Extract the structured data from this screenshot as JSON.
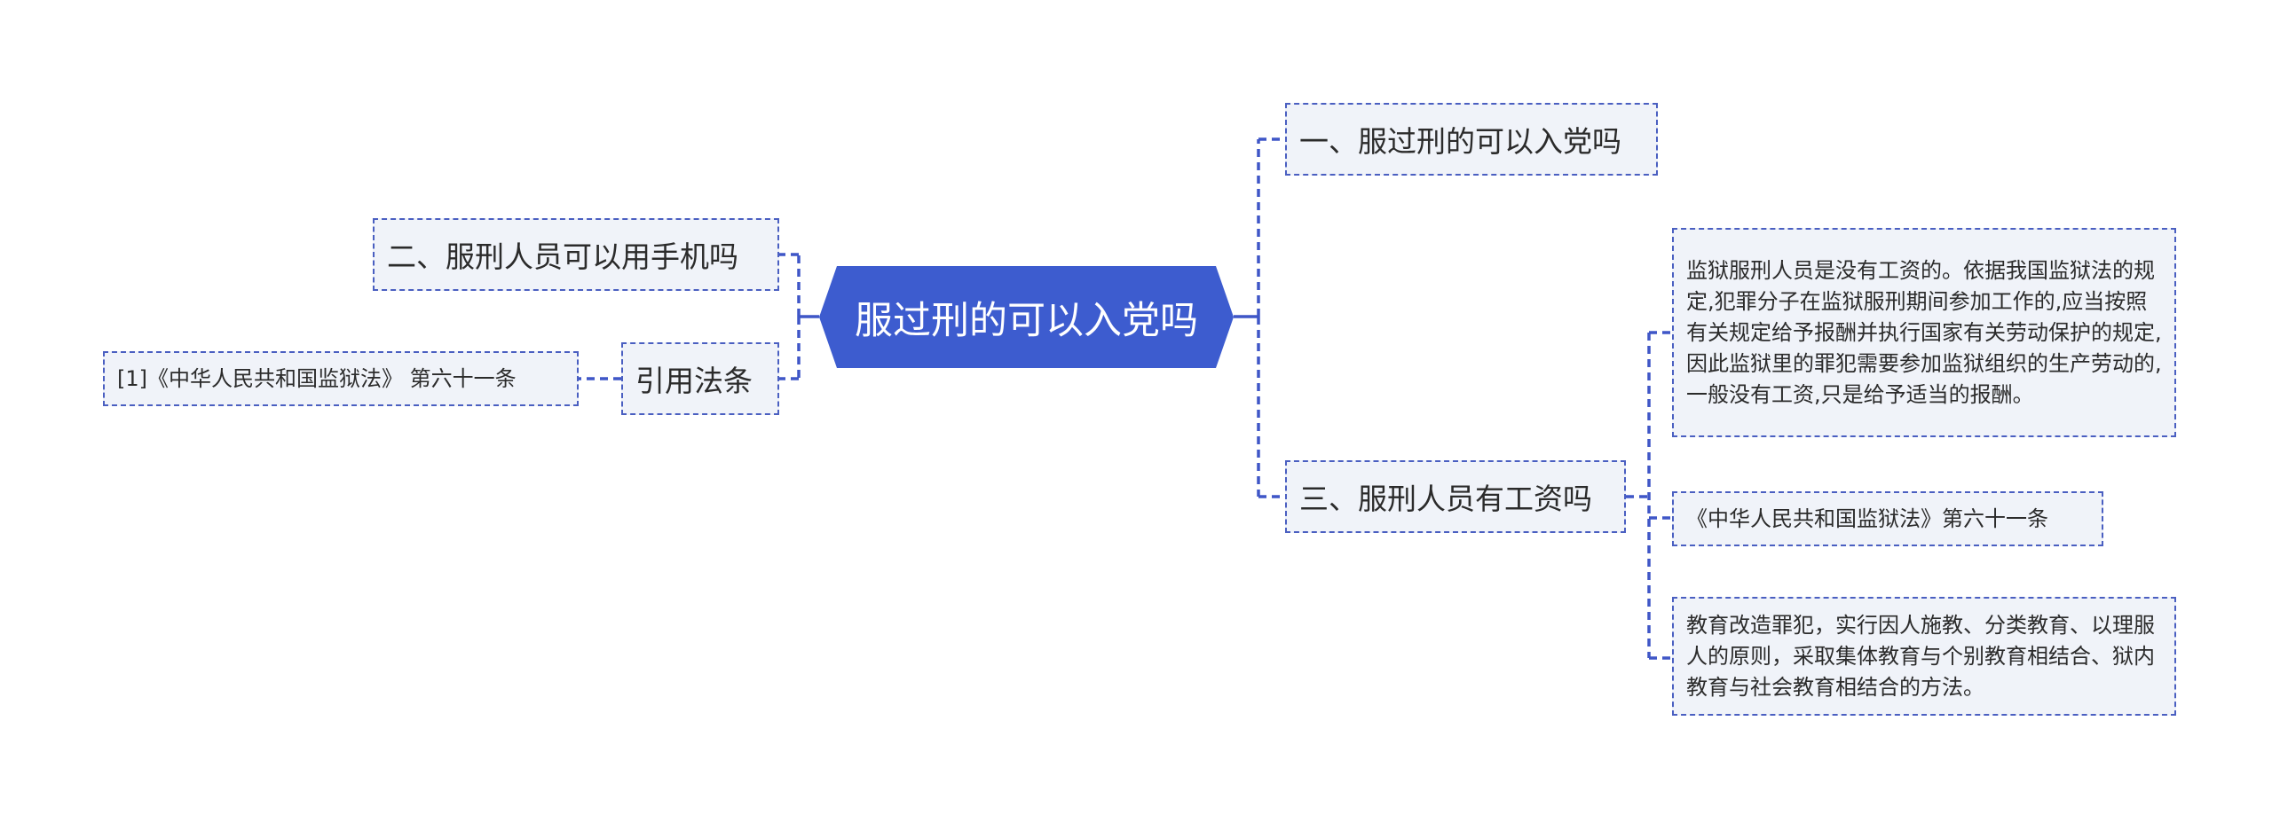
{
  "root": {
    "label": "服过刑的可以入党吗"
  },
  "right_topics": [
    {
      "label": "一、服过刑的可以入党吗"
    },
    {
      "label": "三、服刑人员有工资吗",
      "children": [
        {
          "label": "监狱服刑人员是没有工资的。依据我国监狱法的规定,犯罪分子在监狱服刑期间参加工作的,应当按照有关规定给予报酬并执行国家有关劳动保护的规定,因此监狱里的罪犯需要参加监狱组织的生产劳动的,一般没有工资,只是给予适当的报酬。"
        },
        {
          "label": "《中华人民共和国监狱法》第六十一条"
        },
        {
          "label": "教育改造罪犯，实行因人施教、分类教育、以理服人的原则，采取集体教育与个别教育相结合、狱内教育与社会教育相结合的方法。"
        }
      ]
    }
  ],
  "left_topics": [
    {
      "label": "二、服刑人员可以用手机吗"
    },
    {
      "label": "引用法条",
      "children": [
        {
          "label": "[1]《中华人民共和国监狱法》 第六十一条"
        }
      ]
    }
  ],
  "colors": {
    "root_fill": "#3d5ccf",
    "connector": "#3f56c7",
    "node_border": "#4a5fc1",
    "node_fill": "#f0f3f9"
  }
}
